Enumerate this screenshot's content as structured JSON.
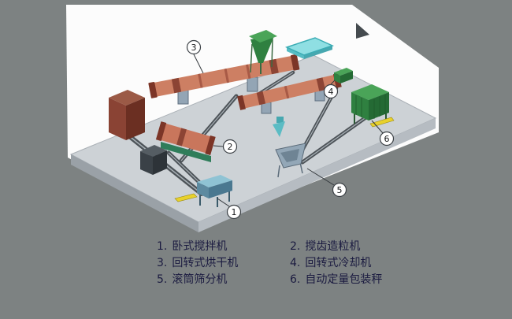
{
  "colors": {
    "bg": "#7d8282",
    "backdrop": "#fcfcfc",
    "platform-top": "#cdd2d6",
    "platform-front": "#b6bcc2",
    "platform-side": "#9aa1a7",
    "salmon": "#cd7f63",
    "salmon-band": "#a85a46",
    "maroon": "#7c3527",
    "cap": "#8c4434",
    "green": "#4aa458",
    "green-mid": "#2f8040",
    "green-dark": "#246a34",
    "teal": "#8fdfe3",
    "steel": "#93a5b5",
    "yellow": "#e8d12c",
    "leader": "#33383c",
    "text": "#1b1b40"
  },
  "callouts": [
    {
      "n": "1"
    },
    {
      "n": "2"
    },
    {
      "n": "3"
    },
    {
      "n": "4"
    },
    {
      "n": "5"
    },
    {
      "n": "6"
    }
  ],
  "legend": {
    "items": [
      {
        "num": "1.",
        "label": "卧式搅拌机"
      },
      {
        "num": "2.",
        "label": "搅齿造粒机"
      },
      {
        "num": "3.",
        "label": "回转式烘干机"
      },
      {
        "num": "4.",
        "label": "回转式冷却机"
      },
      {
        "num": "5.",
        "label": "滚筒筛分机"
      },
      {
        "num": "6.",
        "label": "自动定量包装秤"
      }
    ]
  }
}
